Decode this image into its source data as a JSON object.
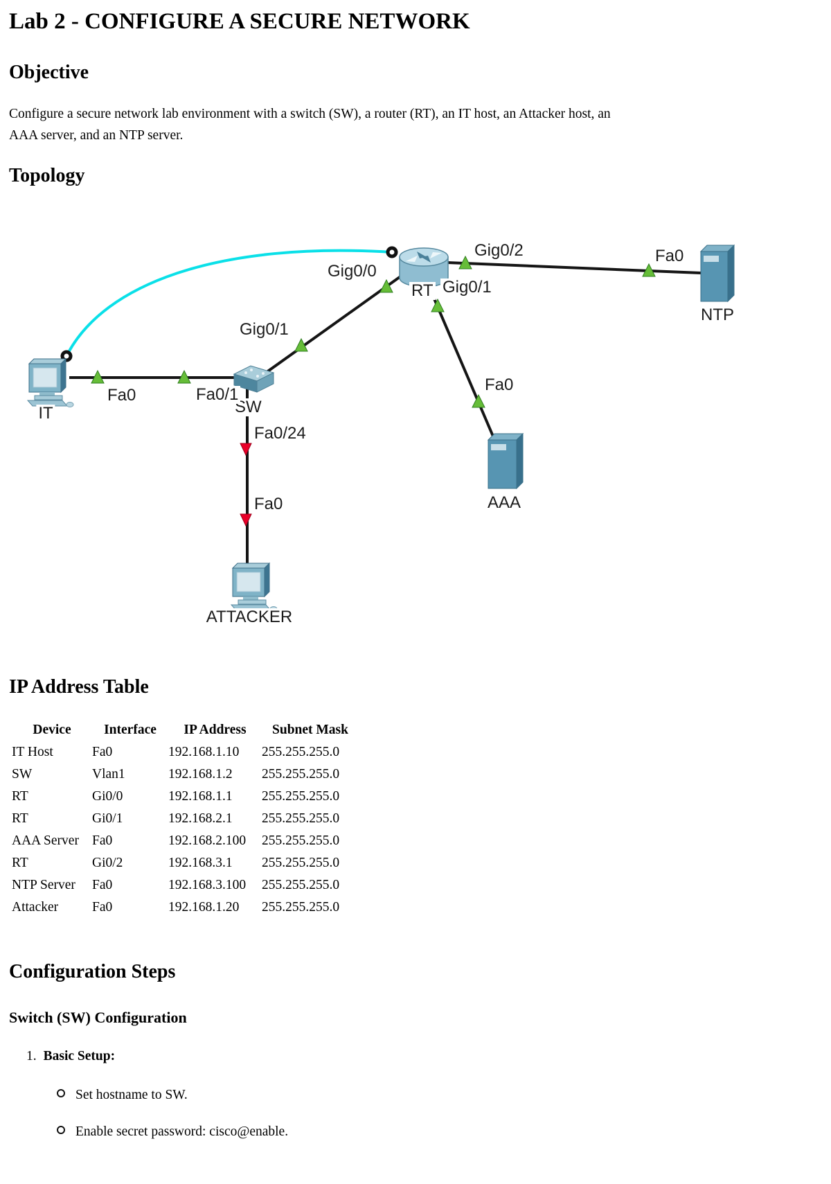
{
  "page": {
    "title": "Lab 2 - CONFIGURE A SECURE NETWORK",
    "objective_heading": "Objective",
    "objective_line1": "Configure a secure network lab environment with a switch (SW), a router (RT), an IT host, an Attacker host, an",
    "objective_line2": "AAA server, and an NTP server.",
    "topology_heading": "Topology",
    "ip_table_heading": "IP Address Table",
    "config_heading": "Configuration Steps",
    "switch_heading": "Switch (SW) Configuration"
  },
  "topology": {
    "devices": {
      "router": "RT",
      "ntp": "NTP",
      "it": "IT",
      "switch": "SW",
      "aaa": "AAA",
      "attacker": "ATTACKER"
    },
    "ports": {
      "gig00": "Gig0/0",
      "gig02": "Gig0/2",
      "gig01_router": "Gig0/1",
      "fa0_ntp": "Fa0",
      "gig01_switch": "Gig0/1",
      "fa0_it": "Fa0",
      "fa01": "Fa0/1",
      "fa024": "Fa0/24",
      "fa0_attacker": "Fa0",
      "fa0_aaa": "Fa0"
    },
    "colors": {
      "console_cable": "#0ae0e8",
      "link": "#151515",
      "link_up": "#66bd38",
      "link_down": "#ea0029"
    }
  },
  "ip_table": {
    "headers": [
      "Device",
      "Interface",
      "IP Address",
      "Subnet Mask"
    ],
    "rows": [
      [
        "IT Host",
        "Fa0",
        "192.168.1.10",
        "255.255.255.0"
      ],
      [
        "SW",
        "Vlan1",
        "192.168.1.2",
        "255.255.255.0"
      ],
      [
        "RT",
        "Gi0/0",
        "192.168.1.1",
        "255.255.255.0"
      ],
      [
        "RT",
        "Gi0/1",
        "192.168.2.1",
        "255.255.255.0"
      ],
      [
        "AAA Server",
        "Fa0",
        "192.168.2.100",
        "255.255.255.0"
      ],
      [
        "RT",
        "Gi0/2",
        "192.168.3.1",
        "255.255.255.0"
      ],
      [
        "NTP Server",
        "Fa0",
        "192.168.3.100",
        "255.255.255.0"
      ],
      [
        "Attacker",
        "Fa0",
        "192.168.1.20",
        "255.255.255.0"
      ]
    ]
  },
  "steps": {
    "item1_number": "1.",
    "item1_label": "Basic Setup:",
    "bullets": [
      "Set hostname to SW.",
      "Enable secret password: cisco@enable."
    ]
  }
}
